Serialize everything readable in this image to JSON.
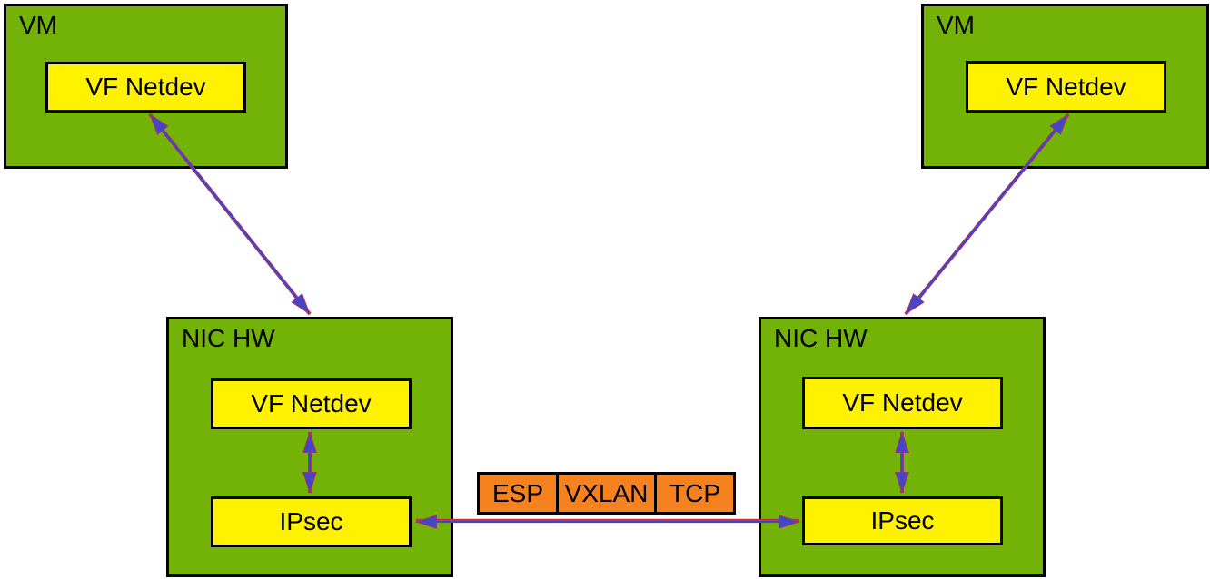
{
  "colors": {
    "green": "#73B308",
    "yellow": "#FFF200",
    "orange": "#F5821F",
    "arrow-blue": "#4545C8",
    "arrow-red": "#C63149",
    "border": "#000000"
  },
  "boxes": {
    "vm_left": {
      "title": "VM",
      "vf": "VF Netdev"
    },
    "vm_right": {
      "title": "VM",
      "vf": "VF Netdev"
    },
    "nic_left": {
      "title": "NIC HW",
      "vf": "VF Netdev",
      "ipsec": "IPsec"
    },
    "nic_right": {
      "title": "NIC HW",
      "vf": "VF Netdev",
      "ipsec": "IPsec"
    }
  },
  "packet": {
    "segments": [
      "ESP",
      "VXLAN",
      "TCP"
    ]
  }
}
